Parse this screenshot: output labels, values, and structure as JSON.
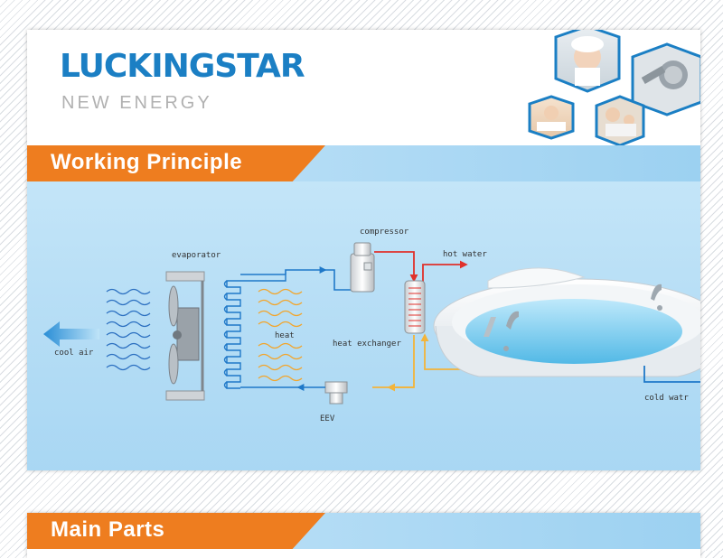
{
  "brand": {
    "name": "LUCKINGSTAR",
    "tagline": "NEW ENERGY"
  },
  "section1": {
    "title": "Working Principle"
  },
  "section2": {
    "title": "Main Parts"
  },
  "diagram": {
    "labels": {
      "compressor": "compressor",
      "evaporator": "evaporator",
      "hot_water": "hot water",
      "heat": "heat",
      "heat_exchanger": "heat exchanger",
      "cool_air": "cool air",
      "eev": "EEV",
      "cold_water": "cold watr"
    }
  },
  "colors": {
    "brand_blue": "#1b7fc4",
    "accent_orange": "#ee7d1f",
    "refrigerant_blue": "#1f78c8",
    "hot_line_red": "#e0312b",
    "warm_line_yellow": "#f3b43a"
  }
}
